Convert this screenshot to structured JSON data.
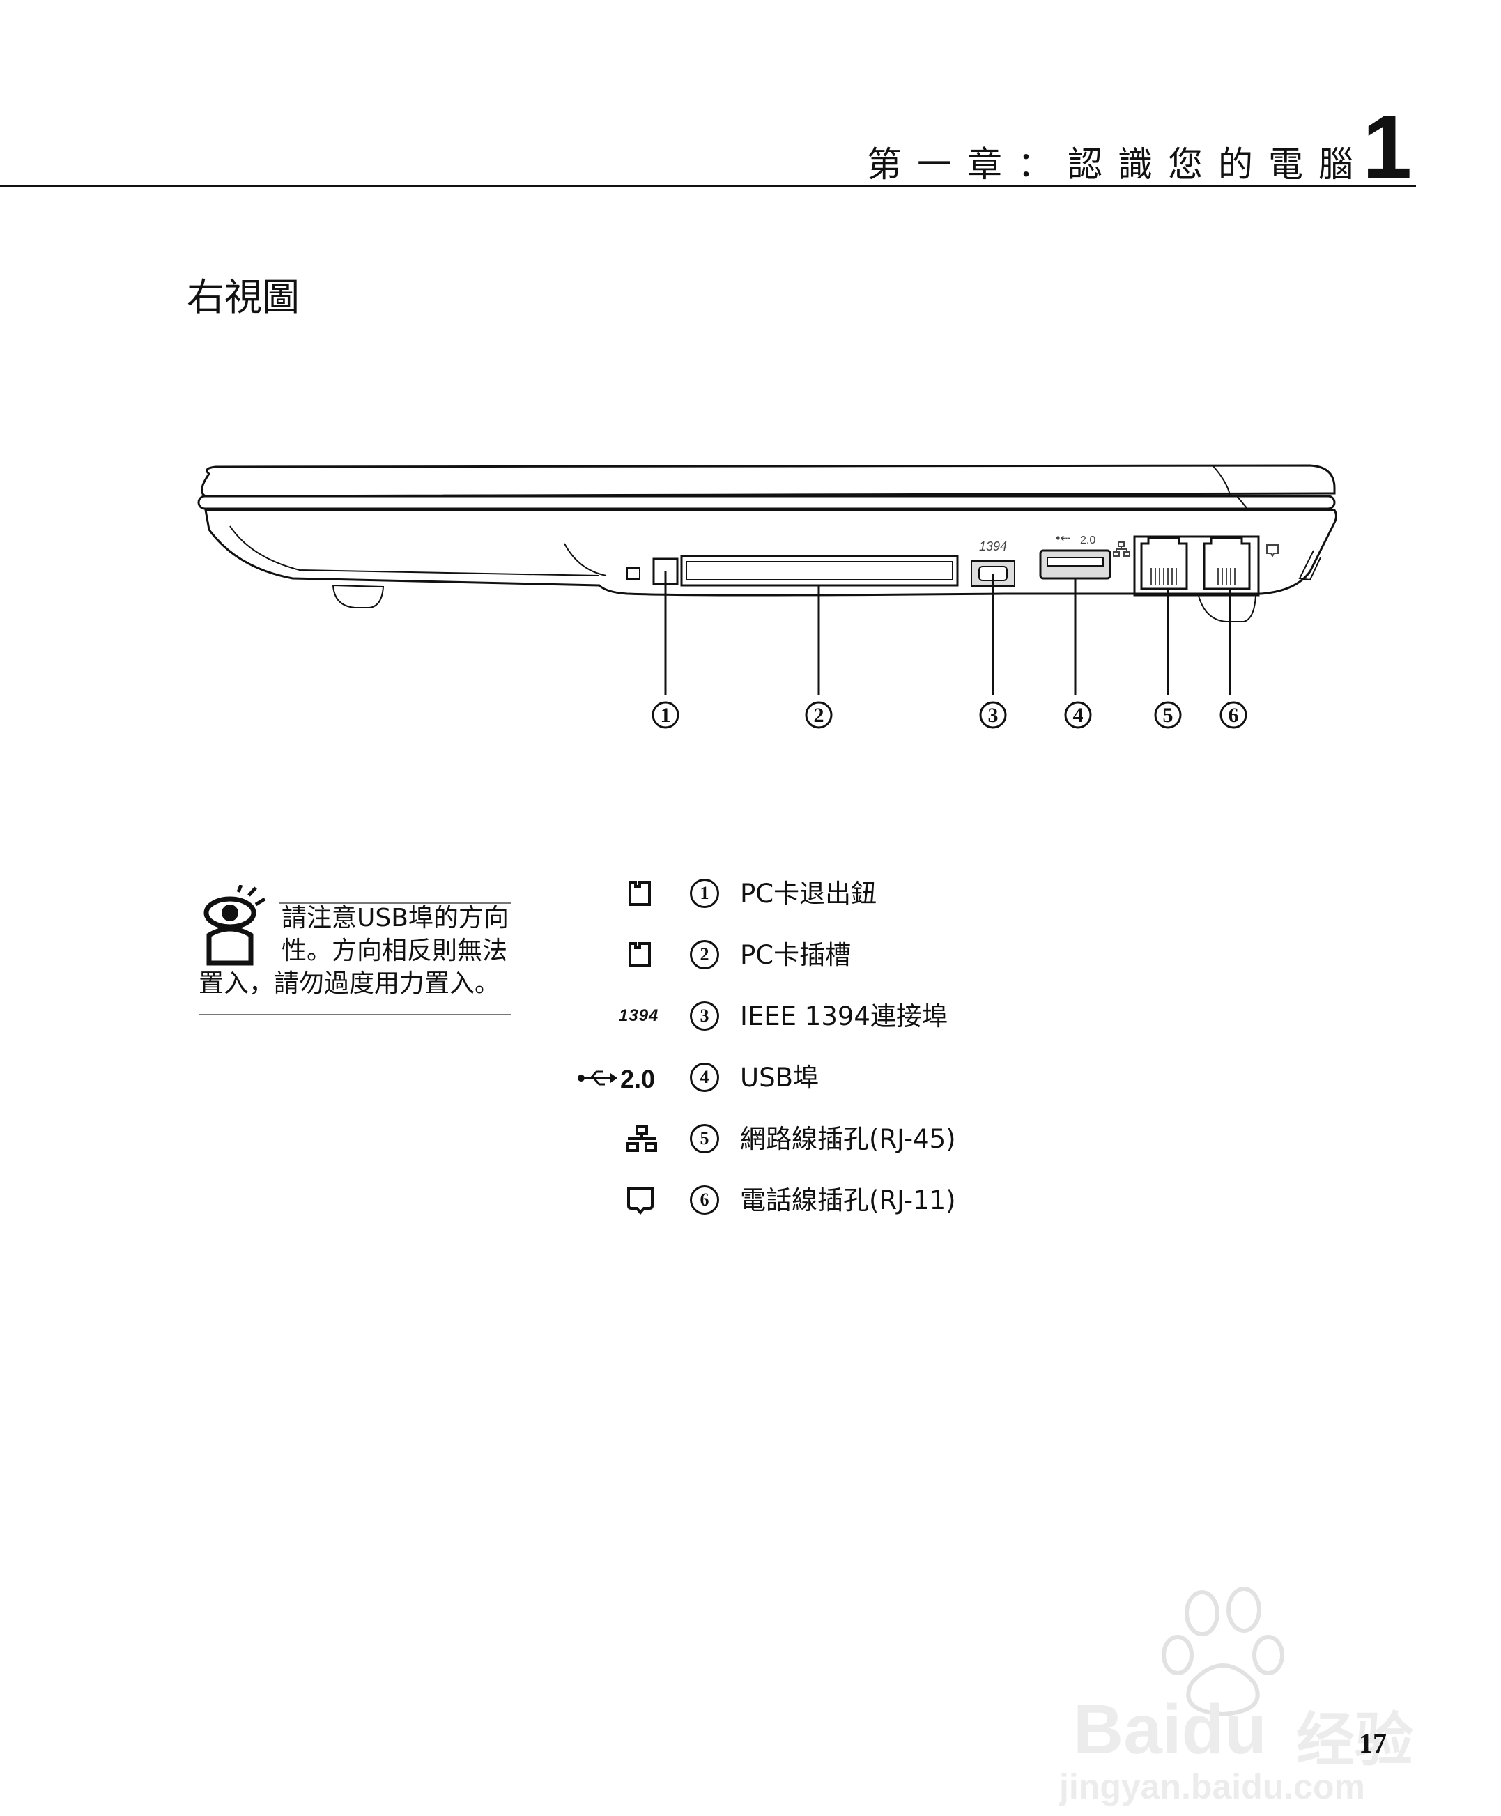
{
  "header": {
    "chapter_title": "第一章：認識您的電腦",
    "chapter_number": "1"
  },
  "section": {
    "title": "右視圖"
  },
  "diagram": {
    "port_label_1394": "1394",
    "port_label_usb": "2.0",
    "callouts": [
      "1",
      "2",
      "3",
      "4",
      "5",
      "6"
    ]
  },
  "note": {
    "lines": [
      "請注意USB埠的方向",
      "性。方向相反則無法",
      "置入，請勿過度用力置入。"
    ],
    "icon": "eye-note-icon"
  },
  "legend": {
    "items": [
      {
        "num": "1",
        "icon": "pc-card-icon",
        "label": "PC卡退出鈕"
      },
      {
        "num": "2",
        "icon": "pc-card-icon",
        "label": "PC卡插槽"
      },
      {
        "num": "3",
        "icon": "firewire-icon",
        "icon_text": "1394",
        "label": "IEEE 1394連接埠"
      },
      {
        "num": "4",
        "icon": "usb-icon",
        "icon_text": "2.0",
        "label": "USB埠"
      },
      {
        "num": "5",
        "icon": "network-icon",
        "label": "網路線插孔(RJ-45)"
      },
      {
        "num": "6",
        "icon": "phone-icon",
        "label": "電話線插孔(RJ-11)"
      }
    ]
  },
  "page_number": "17",
  "watermark": {
    "brand": "Baidu",
    "suffix": "经验",
    "url": "jingyan.baidu.com"
  }
}
